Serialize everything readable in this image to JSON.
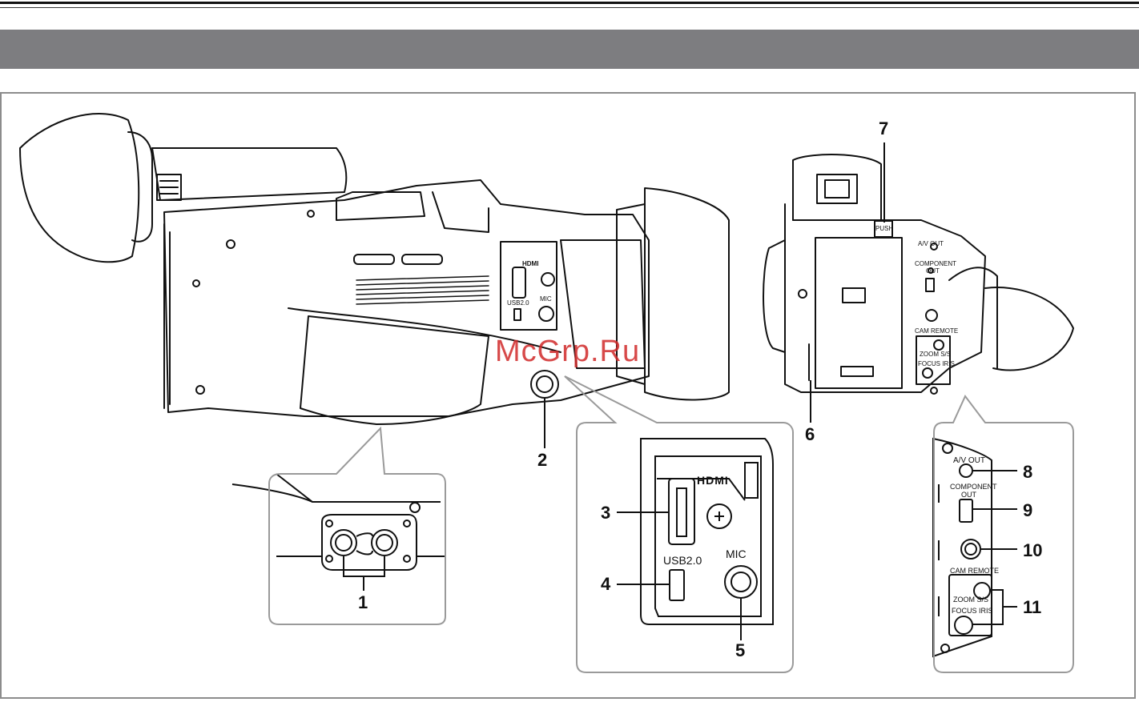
{
  "watermark": "McGrp.Ru",
  "callouts": {
    "n1": "1",
    "n2": "2",
    "n3": "3",
    "n4": "4",
    "n5": "5",
    "n6": "6",
    "n7": "7",
    "n8": "8",
    "n9": "9",
    "n10": "10",
    "n11": "11"
  },
  "camera_labels": {
    "hdmi": "HDMI",
    "usb": "USB2.0",
    "mic": "MIC",
    "push": "PUSH",
    "av_out": "A/V OUT",
    "component_out_1": "COMPONENT",
    "component_out_2": "OUT",
    "cam_remote": "CAM REMOTE",
    "zoom_ss": "ZOOM S/S",
    "focus_iris": "FOCUS IRIS"
  },
  "inset_labels": {
    "hdmi": "HDMI",
    "usb": "USB2.0",
    "mic": "MIC",
    "av_out": "A/V OUT",
    "component_1": "COMPONENT",
    "component_2": "OUT",
    "cam_remote": "CAM REMOTE",
    "zoom_ss": "ZOOM S/S",
    "focus_iris": "FOCUS IRIS"
  }
}
